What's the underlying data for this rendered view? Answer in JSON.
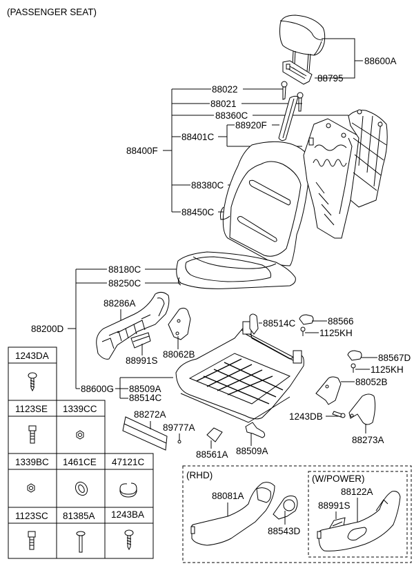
{
  "title": "(PASSENGER SEAT)",
  "callouts": {
    "headrest_assy": "88600A",
    "headrest_guide": "88795",
    "back_group": "88400F",
    "p88022": "88022",
    "p88021": "88021",
    "p88360C": "88360C",
    "p88401C": "88401C",
    "p88920F": "88920F",
    "p88380C": "88380C",
    "p88450C": "88450C",
    "cushion_group": "88200D",
    "p88180C": "88180C",
    "p88250C": "88250C",
    "p88286A": "88286A",
    "p88991S": "88991S",
    "p88062B": "88062B",
    "p88600G": "88600G",
    "p88509A_a": "88509A",
    "p88514C_a": "88514C",
    "p88514C_b": "88514C",
    "p88566": "88566",
    "p1125KH_a": "1125KH",
    "p88567D": "88567D",
    "p1125KH_b": "1125KH",
    "p88052B": "88052B",
    "p1243DB": "1243DB",
    "p88273A": "88273A",
    "p88272A": "88272A",
    "p89777A": "89777A",
    "p88561A": "88561A",
    "p88509A_b": "88509A"
  },
  "inset_rhd": {
    "label": "(RHD)",
    "p88081A": "88081A",
    "p88543D": "88543D"
  },
  "inset_power": {
    "label": "(W/POWER)",
    "p88122A": "88122A",
    "p88991S": "88991S"
  },
  "fastener_table": {
    "rows": [
      [
        "1243DA"
      ],
      [
        "1123SE",
        "1339CC"
      ],
      [
        "1339BC",
        "1461CE",
        "47121C"
      ],
      [
        "1123SC",
        "81385A",
        "1243BA"
      ]
    ]
  }
}
